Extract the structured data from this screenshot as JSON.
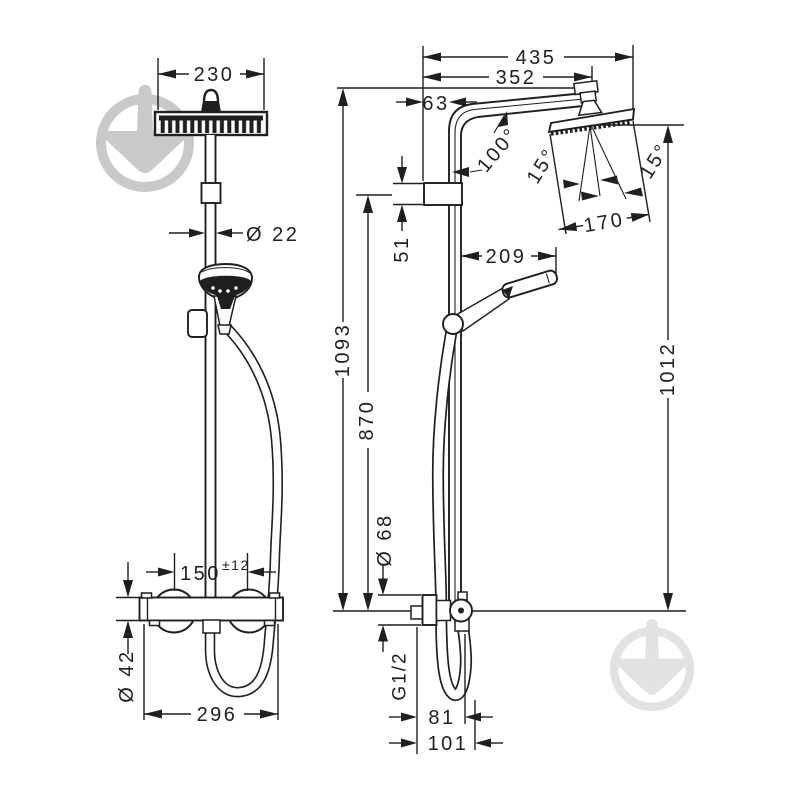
{
  "drawing": {
    "kind": "technical-dimension-drawing",
    "subject": "shower pipe system with overhead shower, hand shower and thermostat (front and side views)",
    "background": "#ffffff",
    "line_color": "#1f1f1f"
  },
  "front_view": {
    "head_width": "230",
    "pipe_diameter": "Ø 22",
    "connection_spacing": "150",
    "connection_tolerance": "±12",
    "valve_body_diameter": "Ø 42",
    "valve_width": "296"
  },
  "side_view": {
    "total_depth": "435",
    "arm_depth": "352",
    "wall_to_pipe": "63",
    "arm_angle": "100°",
    "spray_angle_left": "15°",
    "spray_angle_right": "15°",
    "head_length": "170",
    "bracket_height": "51",
    "hand_shower_reach": "209",
    "total_height": "1093",
    "bracket_height_from_valve": "870",
    "head_clearance_height": "1012",
    "escutcheon_diameter": "Ø 68",
    "thread_size": "G1/2",
    "hose_offset": "81",
    "outlet_offset": "101"
  },
  "watermark": {
    "glyph": "circle-with-down-arrow-logo",
    "color_top_left": "#c9c9c9",
    "color_bottom_right": "#e2e2e2"
  }
}
